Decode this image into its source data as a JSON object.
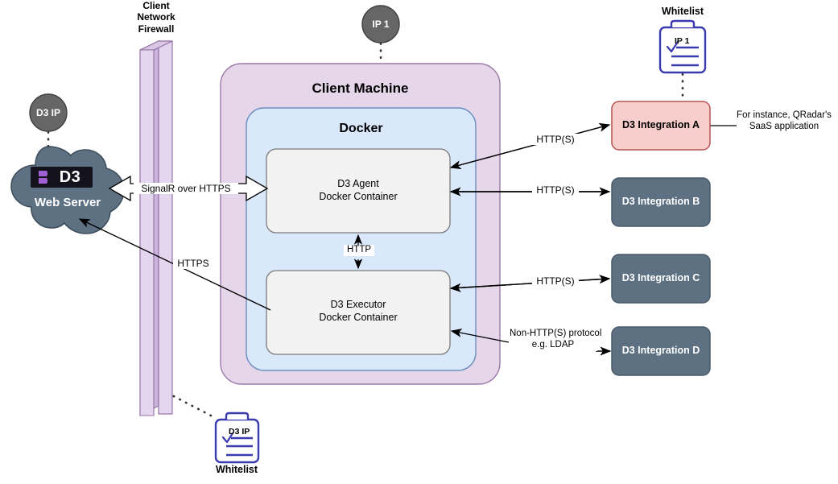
{
  "diagram": {
    "title": "D3 Agent / Executor deployment architecture",
    "colors": {
      "client_machine_fill": "#e6d6ea",
      "client_machine_stroke": "#9a7aa8",
      "docker_fill": "#dae8fc",
      "docker_stroke": "#6c8ebf",
      "container_fill": "#f2f2f2",
      "container_stroke": "#7b7b7b",
      "firewall_fill": "#e5d6ef",
      "firewall_side_fill": "#cbb4dc",
      "firewall_stroke": "#9673a6",
      "cloud_fill": "#5d7183",
      "cloud_stroke": "#3f4f5e",
      "badge_fill": "#666666",
      "badge_stroke": "#3f3f3f",
      "integration_dark_fill": "#5d7183",
      "integration_dark_stroke": "#4a5b6a",
      "integration_pink_fill": "#f8cecc",
      "integration_pink_stroke": "#b85450",
      "clipboard_stroke": "#3b3bb0",
      "edge_stroke": "#000000",
      "logo_bg": "#14121c",
      "logo_accent": "#a05fd3"
    },
    "firewall": {
      "label": "Client\nNetwork\nFirewall",
      "name": "client-network-firewall"
    },
    "badges": {
      "d3_ip": "D3 IP",
      "ip_1": "IP 1"
    },
    "cloud": {
      "label": "Web Server",
      "logo_text": "D3"
    },
    "client_machine": {
      "label": "Client Machine",
      "docker": {
        "label": "Docker",
        "containers": [
          {
            "line1": "D3 Agent",
            "line2": "Docker Container",
            "name": "d3-agent-container"
          },
          {
            "line1": "D3 Executor",
            "line2": "Docker Container",
            "name": "d3-executor-container"
          }
        ],
        "internal_link_label": "HTTP"
      }
    },
    "integrations": [
      {
        "label": "D3 Integration A",
        "style": "pink",
        "name": "d3-integration-a"
      },
      {
        "label": "D3 Integration B",
        "style": "dark",
        "name": "d3-integration-b"
      },
      {
        "label": "D3 Integration C",
        "style": "dark",
        "name": "d3-integration-c"
      },
      {
        "label": "D3 Integration D",
        "style": "dark",
        "name": "d3-integration-d"
      }
    ],
    "edge_labels": {
      "signalr": "SignalR over HTTPS",
      "https": "HTTPS",
      "http_s_a": "HTTP(S)",
      "http_s_b": "HTTP(S)",
      "http_s_c": "HTTP(S)",
      "non_http": "Non-HTTP(S) protocol\ne.g. LDAP",
      "qradar_note": "For instance, QRadar's\nSaaS application"
    },
    "whitelists": [
      {
        "title": "Whitelist",
        "entry": "IP 1",
        "title_position": "above",
        "name": "whitelist-ip1"
      },
      {
        "title": "Whitelist",
        "entry": "D3 IP",
        "title_position": "below",
        "name": "whitelist-d3ip"
      }
    ]
  }
}
